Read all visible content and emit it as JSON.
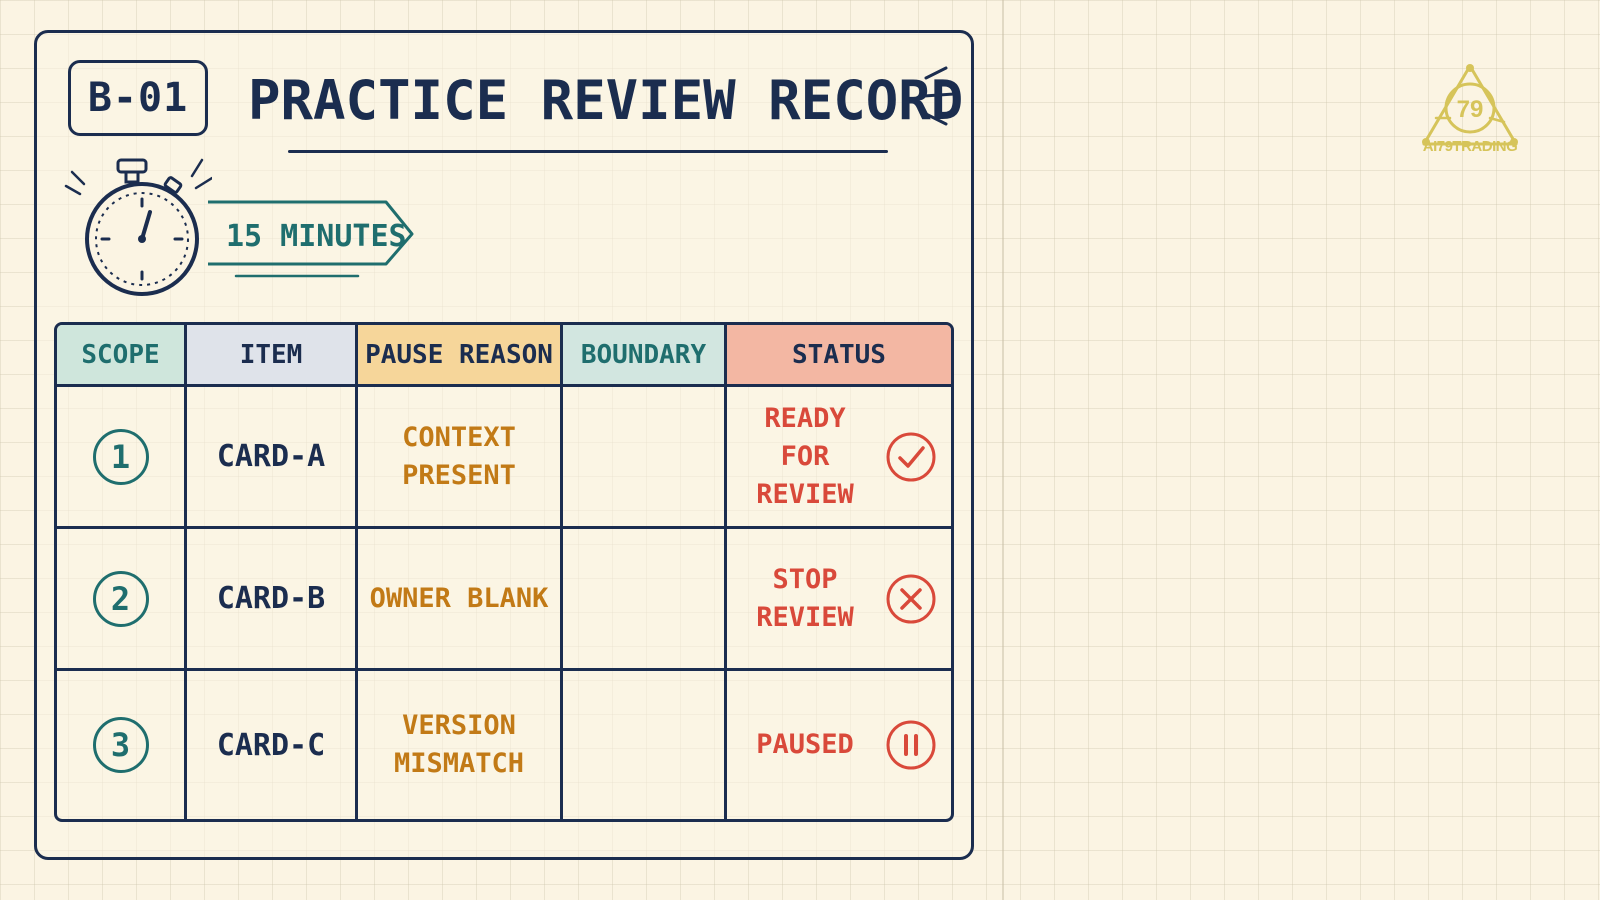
{
  "record": {
    "id_badge": "B-01",
    "title": "PRACTICE REVIEW RECORD",
    "timer_label": "15 MINUTES"
  },
  "table": {
    "headers": [
      "SCOPE",
      "ITEM",
      "PAUSE REASON",
      "BOUNDARY",
      "STATUS"
    ],
    "rows": [
      {
        "scope": "1",
        "item": "CARD-A",
        "pause_reason": "CONTEXT PRESENT",
        "boundary": "",
        "status": "READY FOR REVIEW",
        "status_icon": "check-icon"
      },
      {
        "scope": "2",
        "item": "CARD-B",
        "pause_reason": "OWNER BLANK",
        "boundary": "",
        "status": "STOP REVIEW",
        "status_icon": "x-icon"
      },
      {
        "scope": "3",
        "item": "CARD-C",
        "pause_reason": "VERSION MISMATCH",
        "boundary": "",
        "status": "PAUSED",
        "status_icon": "pause-icon"
      }
    ]
  },
  "logo": {
    "glyph": "79",
    "text": "AI79TRADING"
  },
  "colors": {
    "ink": "#1b2d4f",
    "teal": "#1f6e6e",
    "amber": "#c27a16",
    "red": "#d9493a",
    "paper": "#fbf4e3",
    "logo_gold": "#d6c45a"
  }
}
